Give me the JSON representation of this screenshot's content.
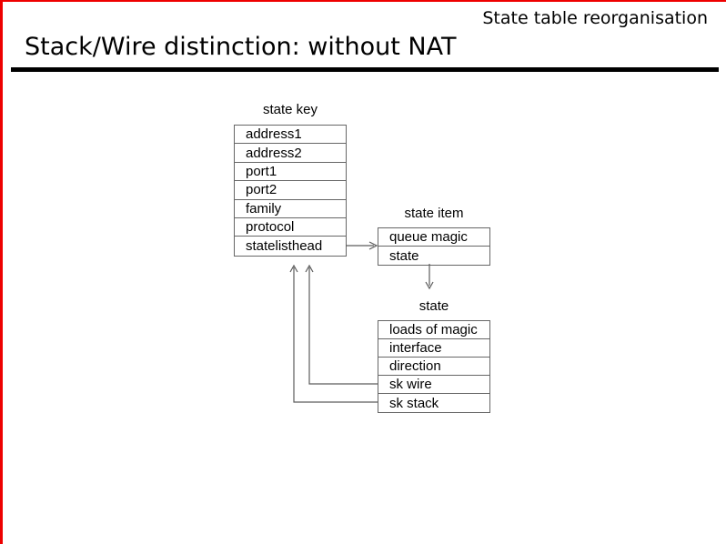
{
  "slide": {
    "header_right": "State table reorganisation",
    "title": "Stack/Wire distinction: without NAT"
  },
  "colors": {
    "border_accent": "#ee0000",
    "rule": "#000000",
    "diagram_line": "#5c5c5c",
    "text": "#000000",
    "background": "#ffffff"
  },
  "diagram": {
    "state_key": {
      "label": "state key",
      "rows": [
        "address1",
        "address2",
        "port1",
        "port2",
        "family",
        "protocol",
        "statelisthead"
      ]
    },
    "state_item": {
      "label": "state item",
      "rows": [
        "queue magic",
        "state"
      ]
    },
    "state": {
      "label": "state",
      "rows": [
        "loads of magic",
        "interface",
        "direction",
        "sk wire",
        "sk stack"
      ]
    },
    "connections": [
      "statelisthead -> state item",
      "state item.state -> state",
      "state.sk wire -> statelisthead",
      "state.sk stack -> statelisthead"
    ]
  }
}
